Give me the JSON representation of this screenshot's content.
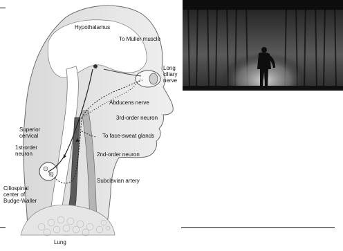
{
  "illustration": {
    "labels": {
      "hypothalamus": "Hypothalamus",
      "muller": "To Müller muscle",
      "long_ciliary": "Long\nciliary\nnerve",
      "abducens": "Abducens nerve",
      "third_order": "3rd-order neuron",
      "superior_cervical": "Superior\ncervical",
      "face_sweat": "To face-sweat glands",
      "first_order": "1st-order\nneuron",
      "second_order": "2nd-order neuron",
      "ciliospinal": "Ciliospinal\ncenter of\nBudge-Waller",
      "subclavian": "Subclavian artery",
      "lung": "Lung"
    }
  },
  "photo": {
    "subject": "performer on stage in front of curtain"
  }
}
